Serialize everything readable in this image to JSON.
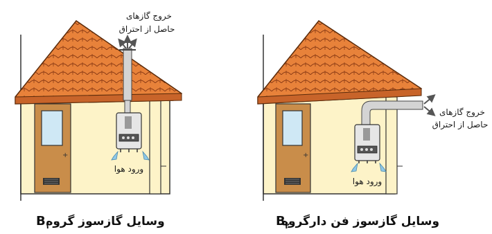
{
  "left_panel": {
    "exhaust_label_line1": "خروج گازهای",
    "exhaust_label_line2": "حاصل از احتراق",
    "air_inlet_label": "ورود هوا",
    "caption_text": "وسایل گازسوز گروه",
    "caption_code": "B",
    "caption_subscript": "۱"
  },
  "right_panel": {
    "exhaust_label_line1": "خروج گازهای",
    "exhaust_label_line2": "حاصل از احتراق",
    "air_inlet_label": "ورود هوا",
    "caption_text": "وسایل گازسوز فن دارگروه",
    "caption_code": "B",
    "caption_subscript": "۲"
  },
  "colors": {
    "roof_tile": "#e8823a",
    "roof_tile_dark": "#8a3a14",
    "wall": "#fdf3c8",
    "door": "#c98d4a",
    "window_glass": "#cfe8f5",
    "flue_pipe": "#d4d4d4",
    "air_arrow": "#8fc8e8",
    "heater_body": "#e6e6e6"
  }
}
